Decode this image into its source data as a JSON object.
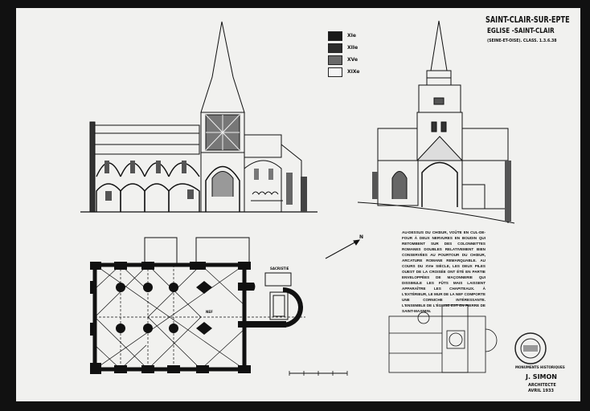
{
  "title": {
    "line1": "SAINT-CLAIR-SUR-EPTE",
    "line2": "EGLISE -SAINT-CLAIR",
    "line3": "(SEINE-ET-OISE). CLASS. 1.3.6.38"
  },
  "legend": [
    {
      "label": "XIe",
      "color": "#1a1a1a"
    },
    {
      "label": "XIIe",
      "color": "#2c2c2c"
    },
    {
      "label": "XVe",
      "color": "#6a6a6a"
    },
    {
      "label": "XIXe",
      "color": "#f4f4f4"
    }
  ],
  "notes": "AU-DESSUS DU CHŒUR, VOÛTE EN CUL-DE-FOUR À DEUX NERVURES EN BOUDIN QUI RETOMBENT SUR DES COLONNETTES ROMANES DOUBLES RELATIVEMENT BIEN CONSERVÉES AU POURTOUR DU CHŒUR, ARCATURE ROMANE REMARQUABLE. AU COURS DU XVIe SIÈCLE, LES DEUX PILES OUEST DE LA CROISÉE ONT ÉTÉ EN PARTIE ENVELOPPÉES DE MAÇONNERIE QUI DISSIMULE LES FÛTS MAIS LAISSENT APPARAÎTRE LES CHAPITEAUX. À L'EXTÉRIEUR, LE MUR DE LA NEF COMPORTE UNE CORNICHE INTÉRESSANTE. L'ENSEMBLE DE L'ÉGLISE EST EN PIERRE DE SAINT-MAXIMIN.",
  "plan_labels": {
    "sacristy": "SACRISTIE",
    "nave": "NEF",
    "north": "N"
  },
  "stamp": "MONUMENTS HISTORIQUES",
  "signature": {
    "name": "J. SIMON",
    "role": "ARCHITECTE",
    "date": "AVRIL 1933"
  }
}
